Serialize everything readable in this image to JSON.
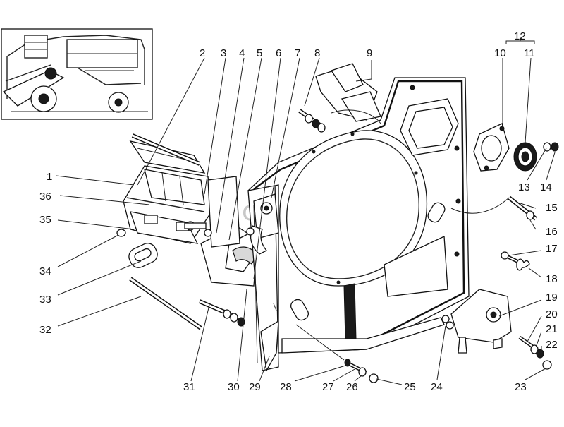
{
  "watermark": "adarace.com.ua",
  "callouts": [
    "1",
    "2",
    "3",
    "4",
    "5",
    "6",
    "7",
    "8",
    "9",
    "10",
    "11",
    "12",
    "13",
    "14",
    "15",
    "16",
    "17",
    "18",
    "19",
    "20",
    "21",
    "22",
    "23",
    "24",
    "25",
    "26",
    "27",
    "28",
    "29",
    "30",
    "31",
    "32",
    "33",
    "34",
    "35",
    "36"
  ]
}
